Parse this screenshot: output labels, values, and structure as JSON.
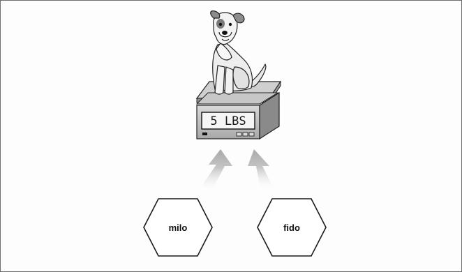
{
  "scale": {
    "display": "5 LBS"
  },
  "nodes": [
    {
      "label": "milo"
    },
    {
      "label": "fido"
    }
  ],
  "icons": {
    "animal": "dog-icon",
    "device": "weighing-scale-icon"
  },
  "colors": {
    "arrow": "#b4b4b4",
    "stroke": "#222222",
    "hexagon_fill": "#ffffff",
    "scale_body": "#bdbdbd"
  }
}
